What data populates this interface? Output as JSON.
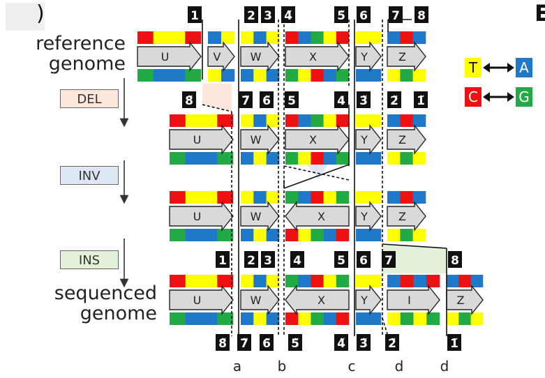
{
  "panel_letter": ")",
  "panel_letter_right": "E",
  "labels": {
    "reference": [
      "reference",
      "genome"
    ],
    "sequenced": [
      "sequenced",
      "genome"
    ]
  },
  "operations": [
    {
      "label": "DEL",
      "color": "#fde6da"
    },
    {
      "label": "INV",
      "color": "#dde7f4"
    },
    {
      "label": "INS",
      "color": "#e3f0da"
    }
  ],
  "legend": {
    "pair1": {
      "left": "T",
      "right": "A",
      "left_color": "#ffff00",
      "right_color": "#1f78c8"
    },
    "pair2": {
      "left": "C",
      "right": "G",
      "left_color": "#ee1111",
      "right_color": "#22aa44"
    }
  },
  "genes": {
    "U": "U",
    "V": "V",
    "W": "W",
    "X": "X",
    "Y": "Y",
    "Z": "Z",
    "I": "I"
  },
  "markers": {
    "ref_top": [
      "1",
      "2",
      "3",
      "4̃",
      "5̃",
      "6",
      "7",
      "8"
    ],
    "ref_bottom": [
      "8̃",
      "7̃",
      "6̃",
      "5",
      "4",
      "3̃",
      "2̃",
      "1̃"
    ],
    "seq_top": [
      "1",
      "2",
      "3",
      "4",
      "5",
      "6",
      "7",
      "8"
    ],
    "seq_bottom": [
      "8̃",
      "7̃",
      "6̃",
      "5̃",
      "4̃",
      "3̃",
      "2̃",
      "1̃"
    ]
  },
  "breakpoints": [
    "a",
    "b",
    "c",
    "d",
    "d"
  ],
  "colors": {
    "T": "#ffff00",
    "A": "#1f78c8",
    "C": "#ee1111",
    "G": "#22aa44",
    "gene_fill": "#d9d9d9",
    "del": "#fde6da",
    "inv": "#dde7f4",
    "ins": "#e3f0da"
  }
}
